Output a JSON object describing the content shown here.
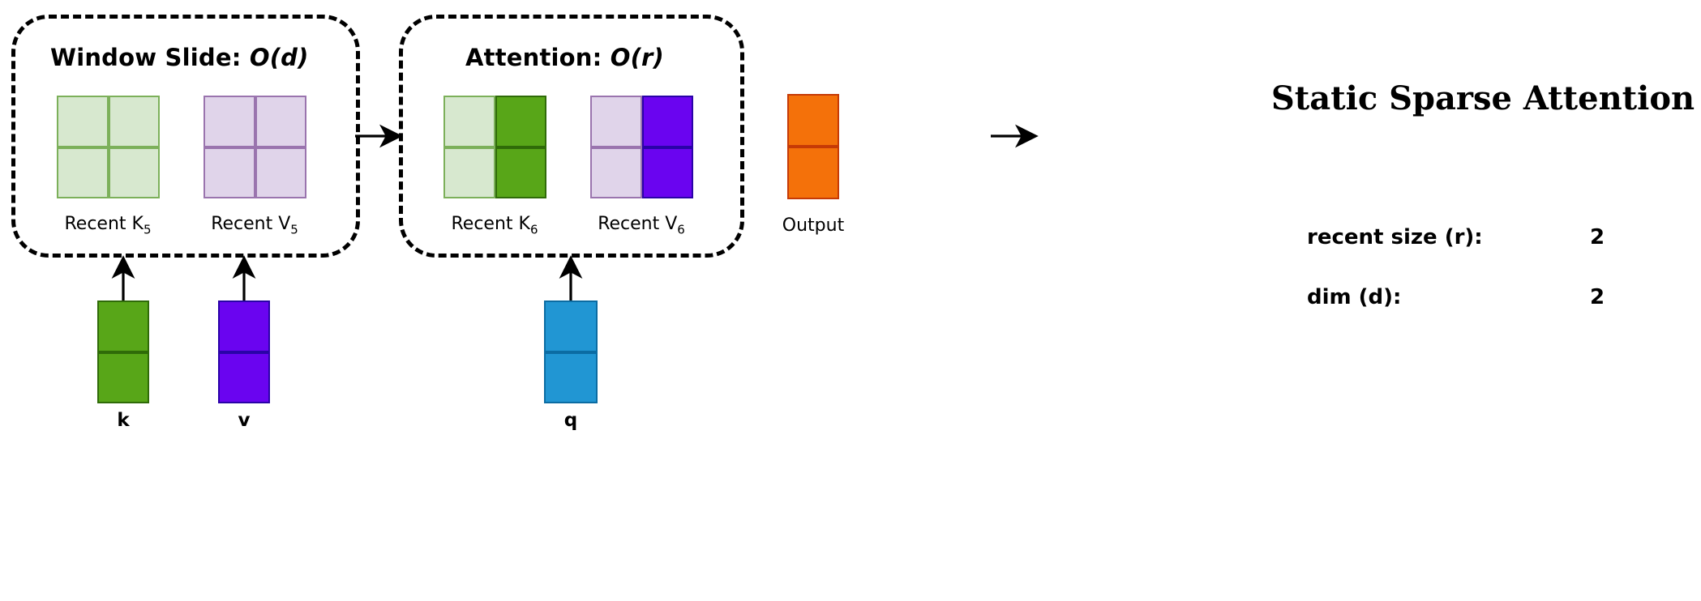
{
  "figure": {
    "title": "Static Sparse Attention",
    "background": "#ffffff"
  },
  "stages": [
    {
      "id": "window-slide",
      "title_label": "Window Slide:",
      "title_complexity": "O(d)",
      "matrices": [
        {
          "name": "recent-k5",
          "caption_text": "Recent K",
          "caption_sub": "5",
          "rows": 2,
          "cols": 2,
          "fill_light": "#d7e8cf",
          "fill_dark": "#d7e8cf",
          "border_light": "#7cb05a",
          "border_dark": "#7cb05a",
          "dark_cols": 0
        },
        {
          "name": "recent-v5",
          "caption_text": "Recent V",
          "caption_sub": "5",
          "rows": 2,
          "cols": 2,
          "fill_light": "#e0d4ea",
          "fill_dark": "#e0d4ea",
          "border_light": "#9a74ae",
          "border_dark": "#9a74ae",
          "dark_cols": 0
        }
      ]
    },
    {
      "id": "attention",
      "title_label": "Attention:",
      "title_complexity": "O(r)",
      "matrices": [
        {
          "name": "recent-k6",
          "caption_text": "Recent K",
          "caption_sub": "6",
          "rows": 2,
          "cols": 2,
          "fill_light": "#d7e8cf",
          "fill_dark": "#58a618",
          "border_light": "#7cb05a",
          "border_dark": "#2f6b08",
          "dark_cols": 1
        },
        {
          "name": "recent-v6",
          "caption_text": "Recent V",
          "caption_sub": "6",
          "rows": 2,
          "cols": 2,
          "fill_light": "#e0d4ea",
          "fill_dark": "#6a04f0",
          "border_light": "#9a74ae",
          "border_dark": "#2a03a8",
          "dark_cols": 1
        }
      ]
    }
  ],
  "output": {
    "name": "output",
    "caption_text": "Output",
    "rows": 2,
    "fill": "#f4710a",
    "border": "#c63a06"
  },
  "inputs": [
    {
      "name": "k",
      "label": "k",
      "rows": 2,
      "fill": "#58a618",
      "border": "#2f6b08"
    },
    {
      "name": "v",
      "label": "v",
      "rows": 2,
      "fill": "#6a04f0",
      "border": "#2a03a8"
    },
    {
      "name": "q",
      "label": "q",
      "rows": 2,
      "fill": "#2196d3",
      "border": "#0b6ca3"
    }
  ],
  "params": [
    {
      "key": "recent size (r):",
      "value": "2"
    },
    {
      "key": "dim (d):",
      "value": "2"
    }
  ]
}
